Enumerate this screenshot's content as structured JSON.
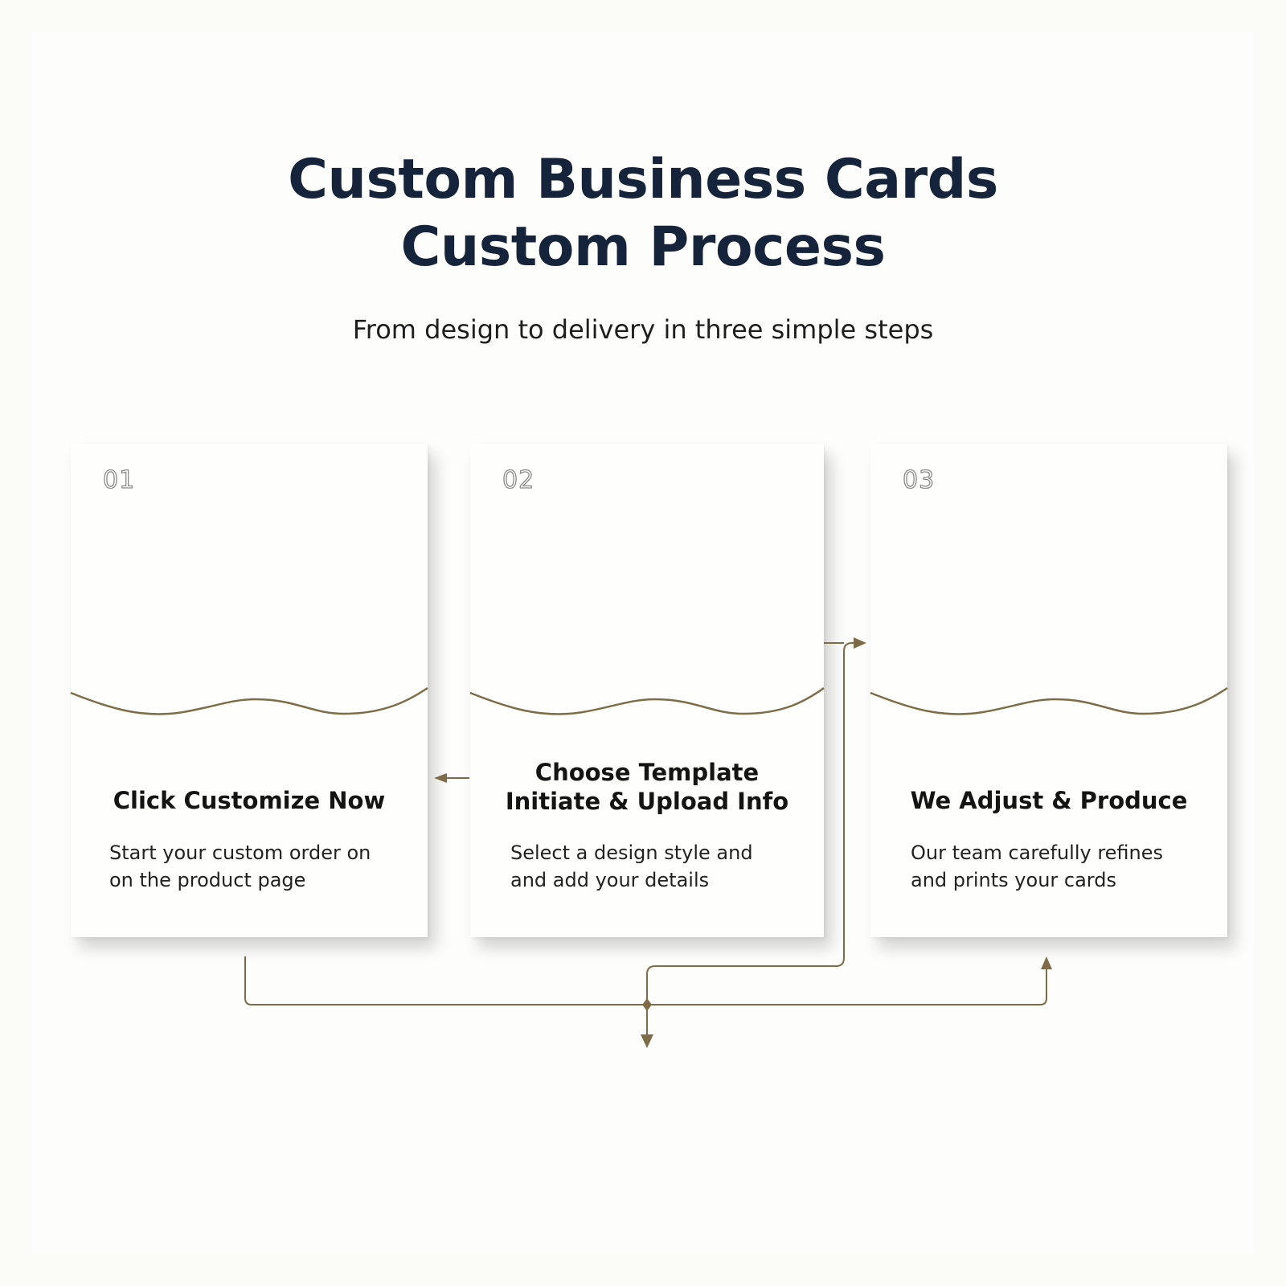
{
  "header": {
    "title_line1": "Custom Business Cards",
    "title_line2": "Custom Process",
    "subtitle": "From design to delivery in three simple steps"
  },
  "steps": [
    {
      "number": "01",
      "title": "Click Customize Now",
      "description": "Start your custom order on\n on the product page"
    },
    {
      "number": "02",
      "title": "Choose Template\nInitiate & Upload Info",
      "description": "Select a design style and\nand add your details"
    },
    {
      "number": "03",
      "title": "We Adjust & Produce",
      "description": "Our team carefully refines\n and prints your cards"
    }
  ],
  "colors": {
    "title": "#16243b",
    "accent": "#7d6c47",
    "background": "#fbfbf8",
    "card": "#fefefc"
  }
}
